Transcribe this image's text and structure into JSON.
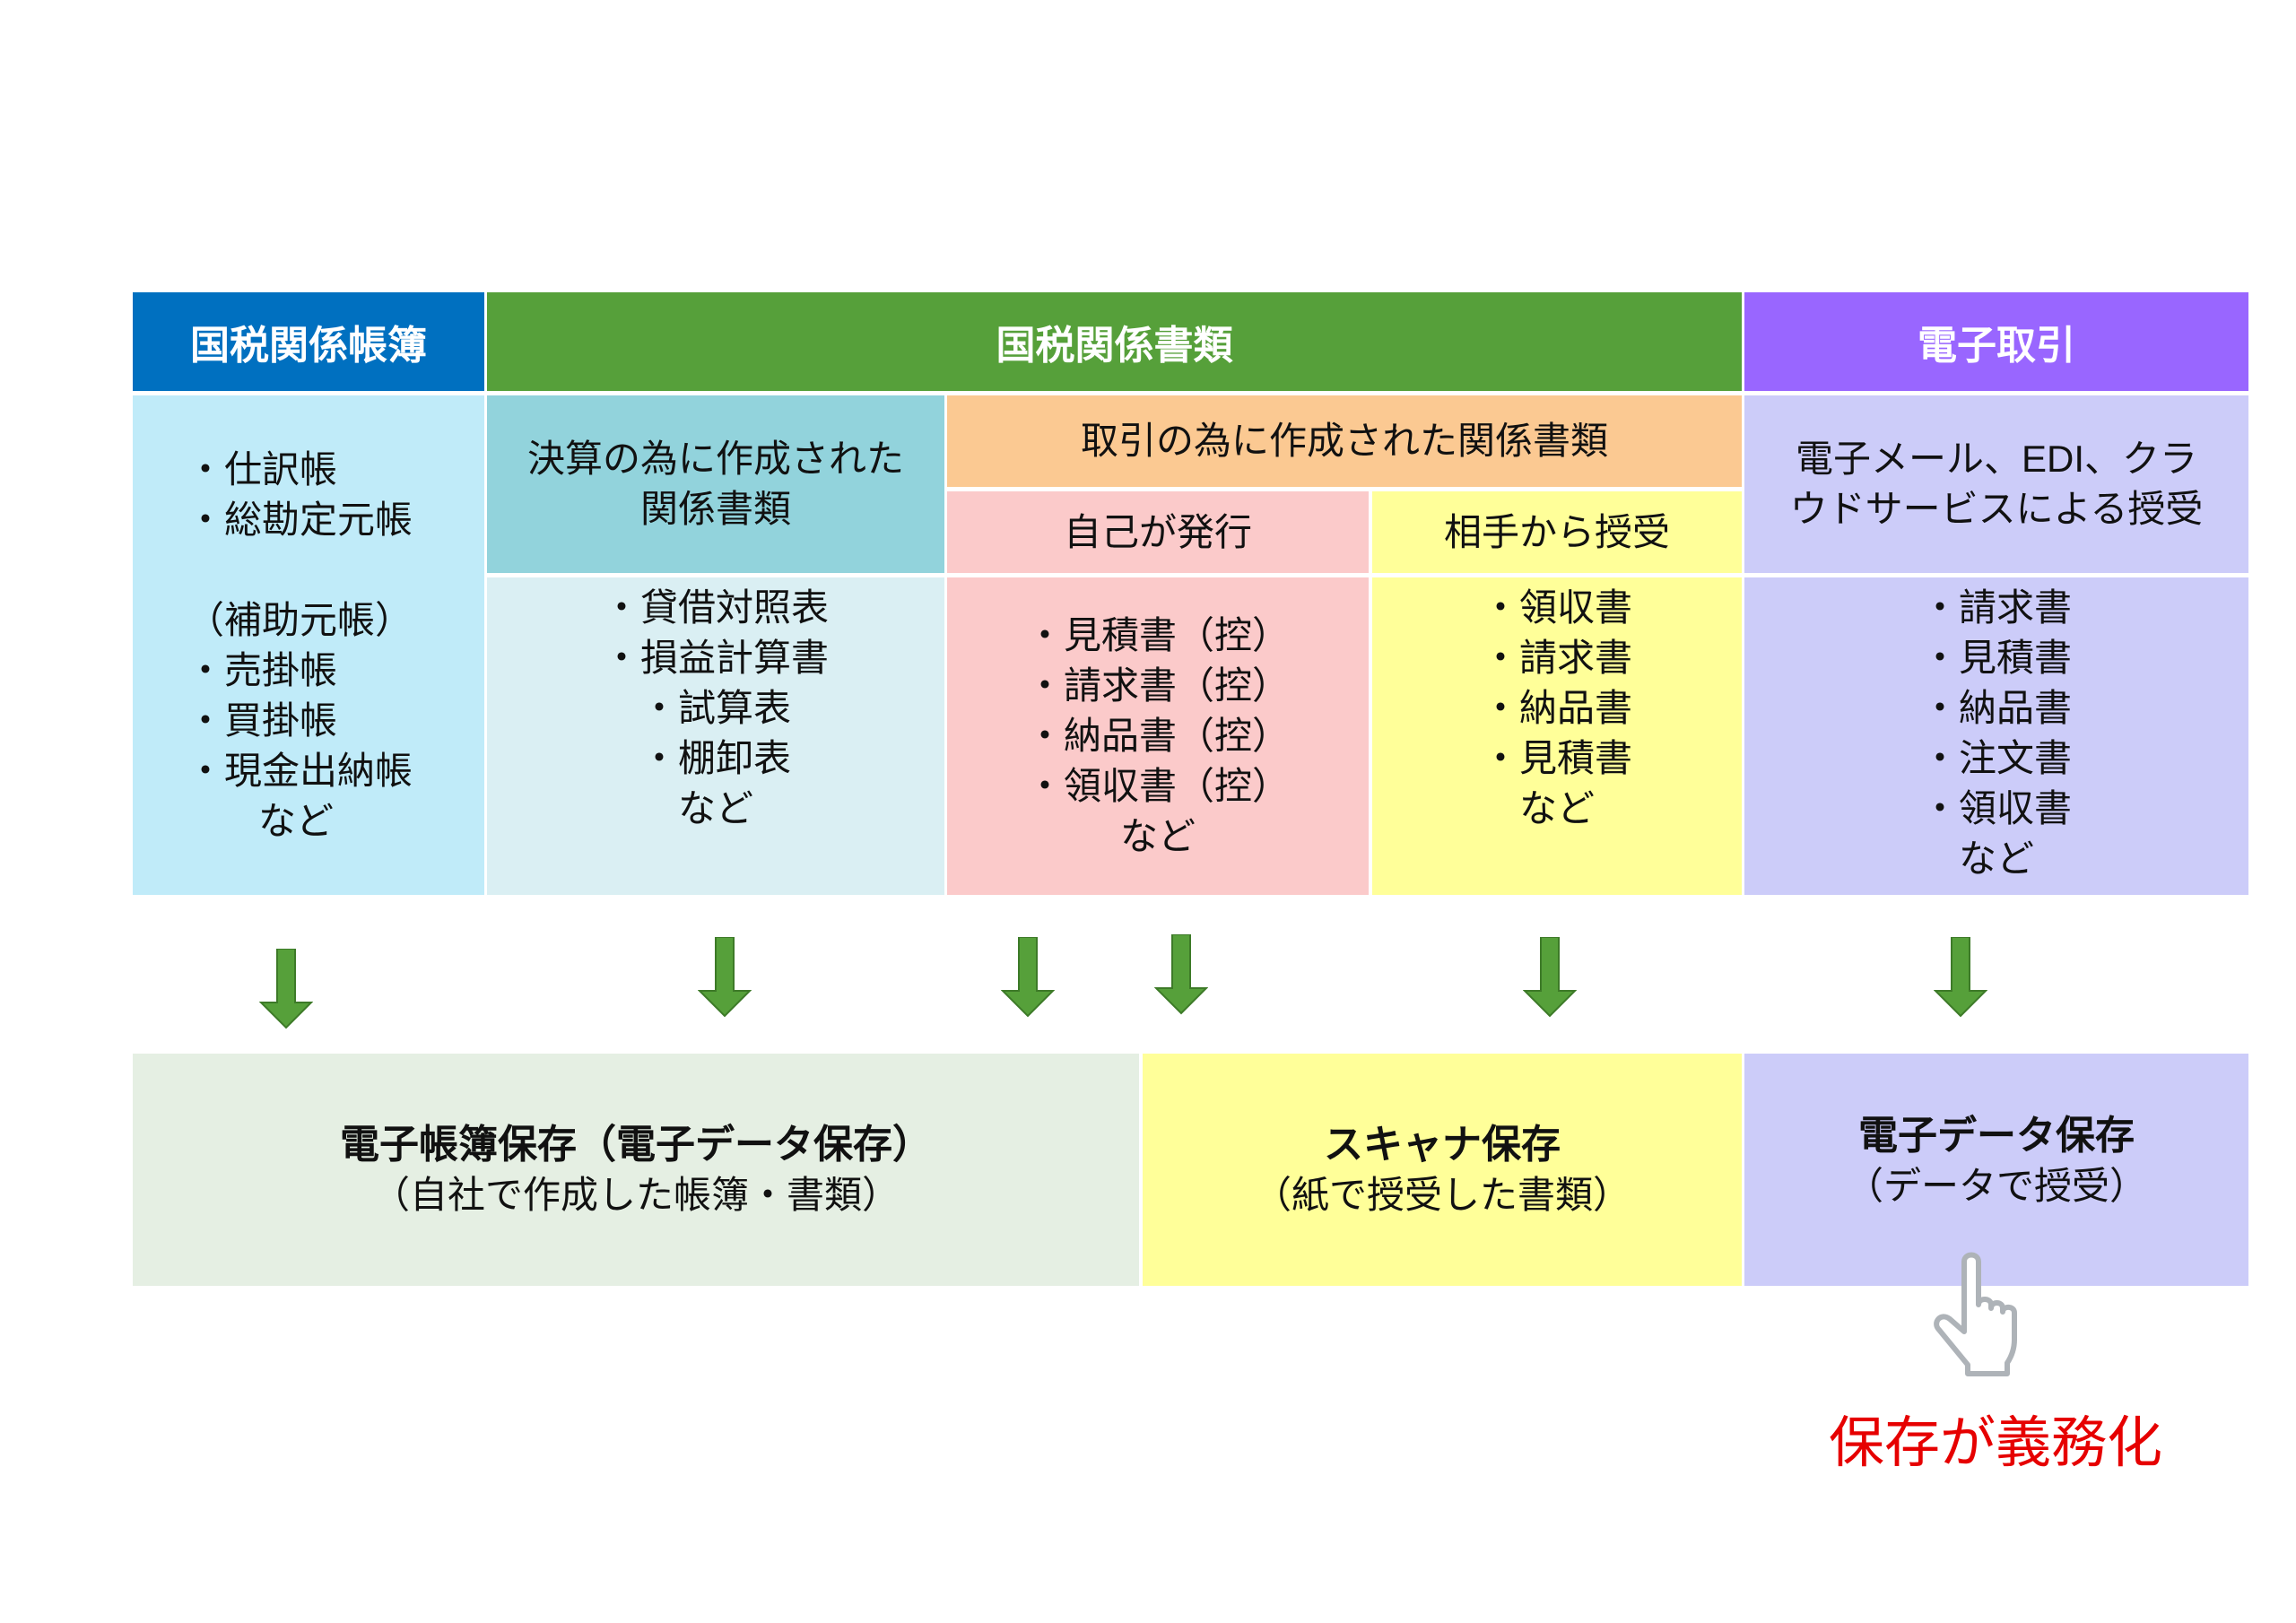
{
  "headers": {
    "ledgers": "国税関係帳簿",
    "documents": "国税関係書類",
    "edt": "電子取引"
  },
  "ledgers": {
    "items": [
      "・仕訳帳",
      "・総勘定元帳"
    ],
    "sub_title": "（補助元帳）",
    "sub_items": [
      "・売掛帳",
      "・買掛帳",
      "・現金出納帳"
    ],
    "etc": "など"
  },
  "settlement": {
    "title_lines": [
      "決算の為に作成された",
      "関係書類"
    ],
    "items": [
      "・貸借対照表",
      "・損益計算書",
      "・試算表",
      "・棚卸表"
    ],
    "etc": "など"
  },
  "transaction": {
    "title": "取引の為に作成された関係書類",
    "self": {
      "title": "自己が発行",
      "items": [
        "・見積書（控）",
        "・請求書（控）",
        "・納品書（控）",
        "・領収書（控）"
      ],
      "etc": "など"
    },
    "received": {
      "title": "相手から授受",
      "items": [
        "・領収書",
        "・請求書",
        "・納品書",
        "・見積書"
      ],
      "etc": "など"
    }
  },
  "edt": {
    "title_lines": [
      "電子メール、EDI、クラ",
      "ウドサービスによる授受"
    ],
    "items": [
      "・請求書",
      "・見積書",
      "・納品書",
      "・注文書",
      "・領収書"
    ],
    "etc": "など"
  },
  "storage": {
    "electronic_books": {
      "title": "電子帳簿保存（電子データ保存）",
      "sub": "（自社で作成した帳簿・書類）"
    },
    "scanner": {
      "title": "スキャナ保存",
      "sub": "（紙で授受した書類）"
    },
    "edata": {
      "title": "電子データ保存",
      "sub": "（データで授受）"
    }
  },
  "mandatory_note": "保存が義務化",
  "colors": {
    "blue": "#0070c0",
    "green": "#56a03a",
    "purple": "#9966ff",
    "red": "#e60000"
  }
}
